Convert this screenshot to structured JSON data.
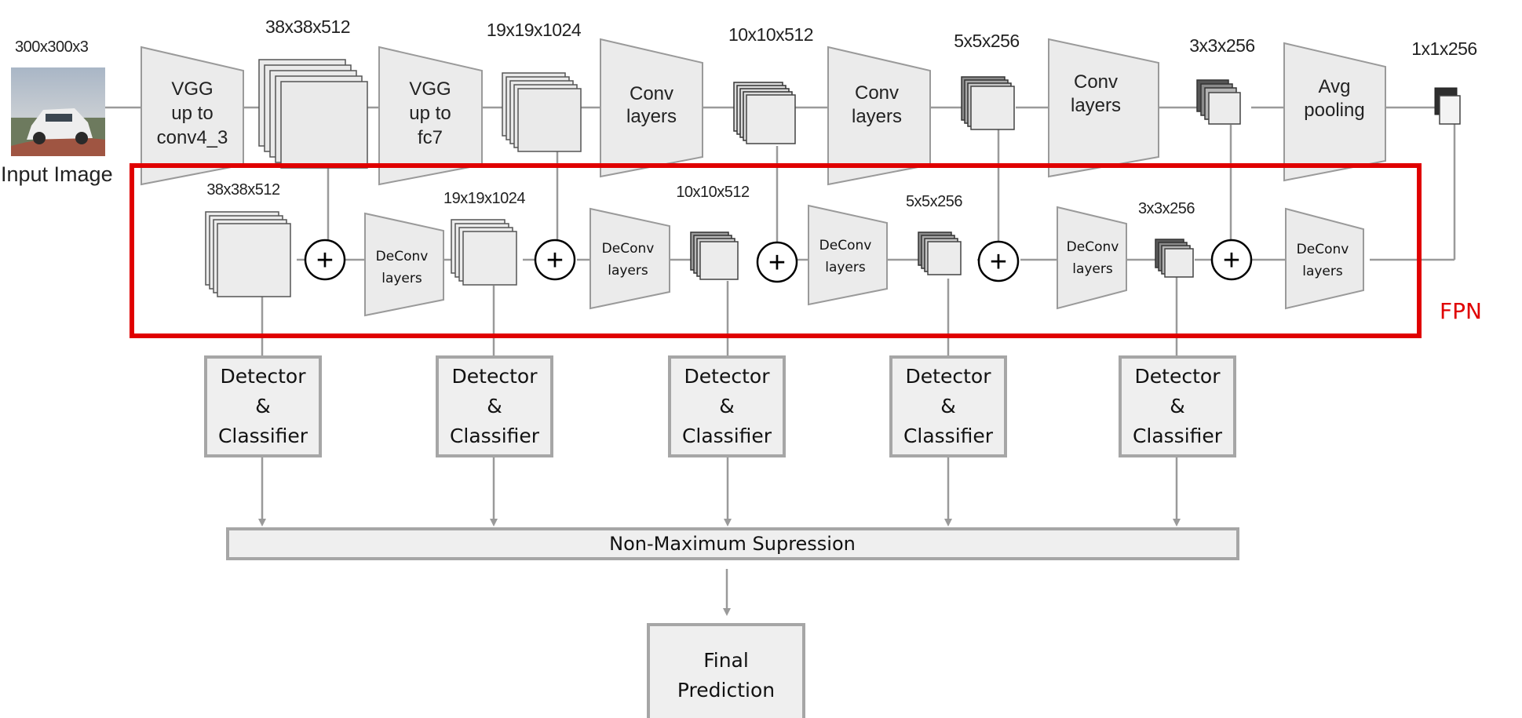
{
  "input": {
    "dims": "300x300x3",
    "caption": "Input Image"
  },
  "backbone": [
    {
      "line1": "VGG",
      "line2": "up to",
      "line3": "conv4_3"
    },
    {
      "line1": "VGG",
      "line2": "up to",
      "line3": "fc7"
    },
    {
      "line1": "Conv",
      "line2": "layers"
    },
    {
      "line1": "Conv",
      "line2": "layers"
    },
    {
      "line1": "Conv",
      "line2": "layers"
    },
    {
      "line1": "Avg",
      "line2": "pooling"
    }
  ],
  "top_dims": [
    "38x38x512",
    "19x19x1024",
    "10x10x512",
    "5x5x256",
    "3x3x256",
    "1x1x256"
  ],
  "fpn": {
    "label": "FPN",
    "dims": [
      "38x38x512",
      "19x19x1024",
      "10x10x512",
      "5x5x256",
      "3x3x256"
    ],
    "plus_symbol": "+",
    "deconv": {
      "line1": "DeConv",
      "line2": "layers"
    }
  },
  "detector": {
    "line1": "Detector",
    "line2": "&",
    "line3": "Classifier"
  },
  "nms": {
    "label": "Non-Maximum Supression"
  },
  "final": {
    "line1": "Final",
    "line2": "Prediction"
  },
  "colors": {
    "fpn_border": "#e00000",
    "fpn_text": "#e00000",
    "box_fill": "#efefef",
    "box_border": "#a6a6a6",
    "trap_fill": "#ebebeb"
  }
}
